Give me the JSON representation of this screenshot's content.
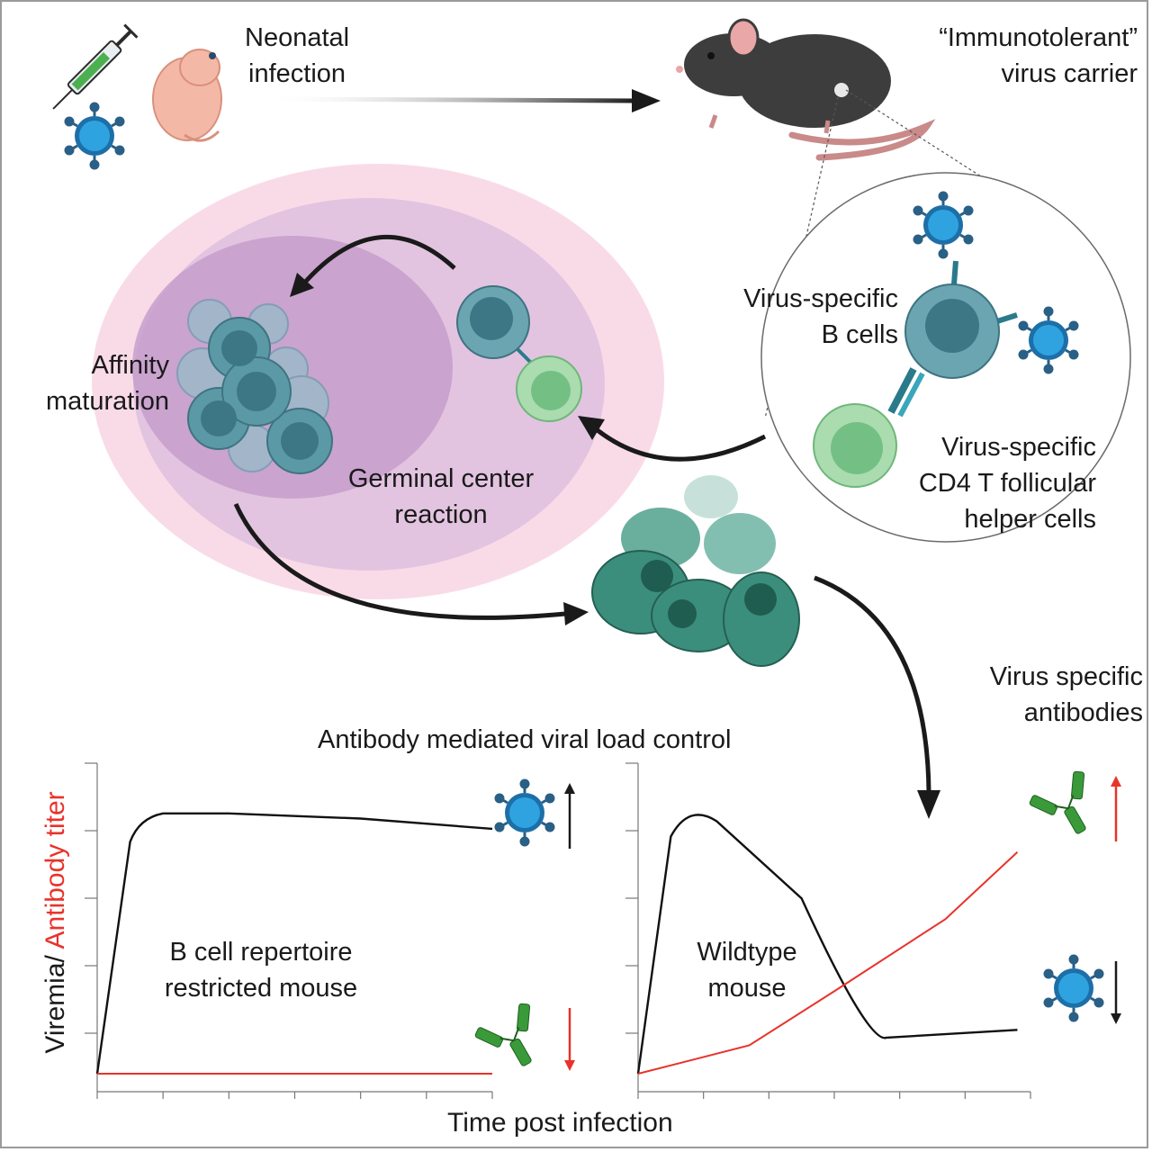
{
  "labels": {
    "neonatal_infection": [
      "Neonatal",
      "infection"
    ],
    "immunotolerant_carrier": [
      "“Immunotolerant”",
      "virus carrier"
    ],
    "affinity_maturation": [
      "Affinity",
      "maturation"
    ],
    "germinal_center": [
      "Germinal center",
      "reaction"
    ],
    "virus_specific_b_cells": [
      "Virus-specific",
      "B cells"
    ],
    "tfh_cells": [
      "Virus-specific",
      "CD4 T follicular",
      "helper cells"
    ],
    "virus_specific_antibodies": [
      "Virus specific",
      "antibodies"
    ],
    "viral_load_control": "Antibody mediated viral load control",
    "left_panel": [
      "B cell repertoire",
      "restricted mouse"
    ],
    "right_panel": [
      "Wildtype",
      "mouse"
    ],
    "y_axis_prefix": "Viremia/ ",
    "y_axis_red": "Antibody titer",
    "x_axis": "Time post infection"
  },
  "colors": {
    "viremia": "#111111",
    "antibody": "#e8332a",
    "virus": "#2b98d6",
    "virus_spike": "#2a5f86",
    "b_cell": "#5c99a6",
    "t_cell": "#9fd6a6",
    "plasma_cell": "#3c8e7c",
    "germinal_outer": "#f7d6e4",
    "germinal_inner": "#c89cc9"
  },
  "icons": [
    "syringe-icon",
    "virus-icon",
    "newborn-mouse-icon",
    "mouse-icon",
    "antibody-icon"
  ],
  "chart_data": [
    {
      "type": "line",
      "panel": "B cell repertoire restricted mouse",
      "series": [
        {
          "color": "#111111",
          "x": [
            0,
            0.5,
            1,
            2,
            4,
            6
          ],
          "y": [
            0,
            9,
            10.1,
            10.1,
            9.9,
            9.5
          ]
        },
        {
          "color": "#e8332a",
          "x": [
            0,
            6
          ],
          "y": [
            0,
            0
          ]
        }
      ],
      "xlim": [
        0,
        6
      ],
      "ylim": [
        -0.3,
        11
      ]
    },
    {
      "type": "line",
      "panel": "Wildtype mouse",
      "series": [
        {
          "color": "#111111",
          "x": [
            0,
            0.5,
            1.2,
            2.5,
            3.8,
            5.8
          ],
          "y": [
            0,
            9.2,
            9.8,
            6.8,
            1.4,
            1.7
          ]
        },
        {
          "color": "#e8332a",
          "x": [
            0,
            1.7,
            3,
            4.7,
            5.8
          ],
          "y": [
            0,
            1.1,
            3.2,
            6,
            8.6
          ]
        }
      ],
      "xlim": [
        0,
        6
      ],
      "ylim": [
        -0.3,
        11
      ]
    }
  ]
}
